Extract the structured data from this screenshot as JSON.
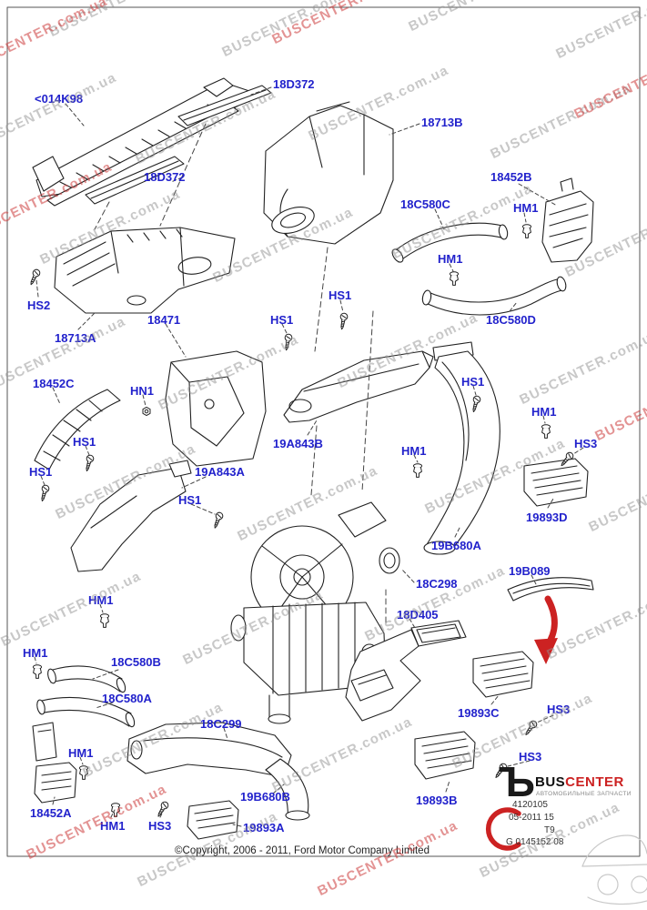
{
  "page": {
    "accent_blue": "#2222cc",
    "line_color": "#222222",
    "red": "#cc2222",
    "background": "#ffffff"
  },
  "watermark": {
    "text": "BUSCENTER.com.ua"
  },
  "labels": [
    {
      "id": "014K98",
      "text": "<014K98"
    },
    {
      "id": "18D372-a",
      "text": "18D372"
    },
    {
      "id": "18713B",
      "text": "18713B"
    },
    {
      "id": "18D372-b",
      "text": "18D372"
    },
    {
      "id": "18452B",
      "text": "18452B"
    },
    {
      "id": "18C580C",
      "text": "18C580C"
    },
    {
      "id": "HM1-a",
      "text": "HM1"
    },
    {
      "id": "HM1-b",
      "text": "HM1"
    },
    {
      "id": "HS1-a",
      "text": "HS1"
    },
    {
      "id": "HS2",
      "text": "HS2"
    },
    {
      "id": "HS1-b",
      "text": "HS1"
    },
    {
      "id": "18C580D",
      "text": "18C580D"
    },
    {
      "id": "18471",
      "text": "18471"
    },
    {
      "id": "18713A",
      "text": "18713A"
    },
    {
      "id": "18452C",
      "text": "18452C"
    },
    {
      "id": "HN1",
      "text": "HN1"
    },
    {
      "id": "HS1-c",
      "text": "HS1"
    },
    {
      "id": "HM1-c",
      "text": "HM1"
    },
    {
      "id": "HS1-d",
      "text": "HS1"
    },
    {
      "id": "19A843B",
      "text": "19A843B"
    },
    {
      "id": "HS3-a",
      "text": "HS3"
    },
    {
      "id": "HM1-d",
      "text": "HM1"
    },
    {
      "id": "HS1-e",
      "text": "HS1"
    },
    {
      "id": "19A843A",
      "text": "19A843A"
    },
    {
      "id": "HS1-f",
      "text": "HS1"
    },
    {
      "id": "19893D",
      "text": "19893D"
    },
    {
      "id": "19B680A",
      "text": "19B680A"
    },
    {
      "id": "19B089",
      "text": "19B089"
    },
    {
      "id": "18C298",
      "text": "18C298"
    },
    {
      "id": "HM1-e",
      "text": "HM1"
    },
    {
      "id": "18D405",
      "text": "18D405"
    },
    {
      "id": "HM1-f",
      "text": "HM1"
    },
    {
      "id": "18C580B",
      "text": "18C580B"
    },
    {
      "id": "18C580A",
      "text": "18C580A"
    },
    {
      "id": "19893C",
      "text": "19893C"
    },
    {
      "id": "HS3-b",
      "text": "HS3"
    },
    {
      "id": "18C299",
      "text": "18C299"
    },
    {
      "id": "HM1-g",
      "text": "HM1"
    },
    {
      "id": "HS3-c",
      "text": "HS3"
    },
    {
      "id": "19B680B",
      "text": "19B680B"
    },
    {
      "id": "19893B",
      "text": "19893B"
    },
    {
      "id": "18452A",
      "text": "18452A"
    },
    {
      "id": "HM1-h",
      "text": "HM1"
    },
    {
      "id": "HS3-d",
      "text": "HS3"
    },
    {
      "id": "19893A",
      "text": "19893A"
    }
  ],
  "footer": {
    "copyright": "©Copyright, 2006 - 2011, Ford Motor Company Limited"
  },
  "logo": {
    "glyph": "Ъ",
    "brand_prefix": "BUS",
    "brand_suffix": "CENTER",
    "tagline": "АВТОМОБИЛЬНЫЕ ЗАПЧАСТИ",
    "code1": "4120105",
    "code2": "05-2011 15",
    "code3": "T9",
    "code4": "G 0145152 08"
  }
}
